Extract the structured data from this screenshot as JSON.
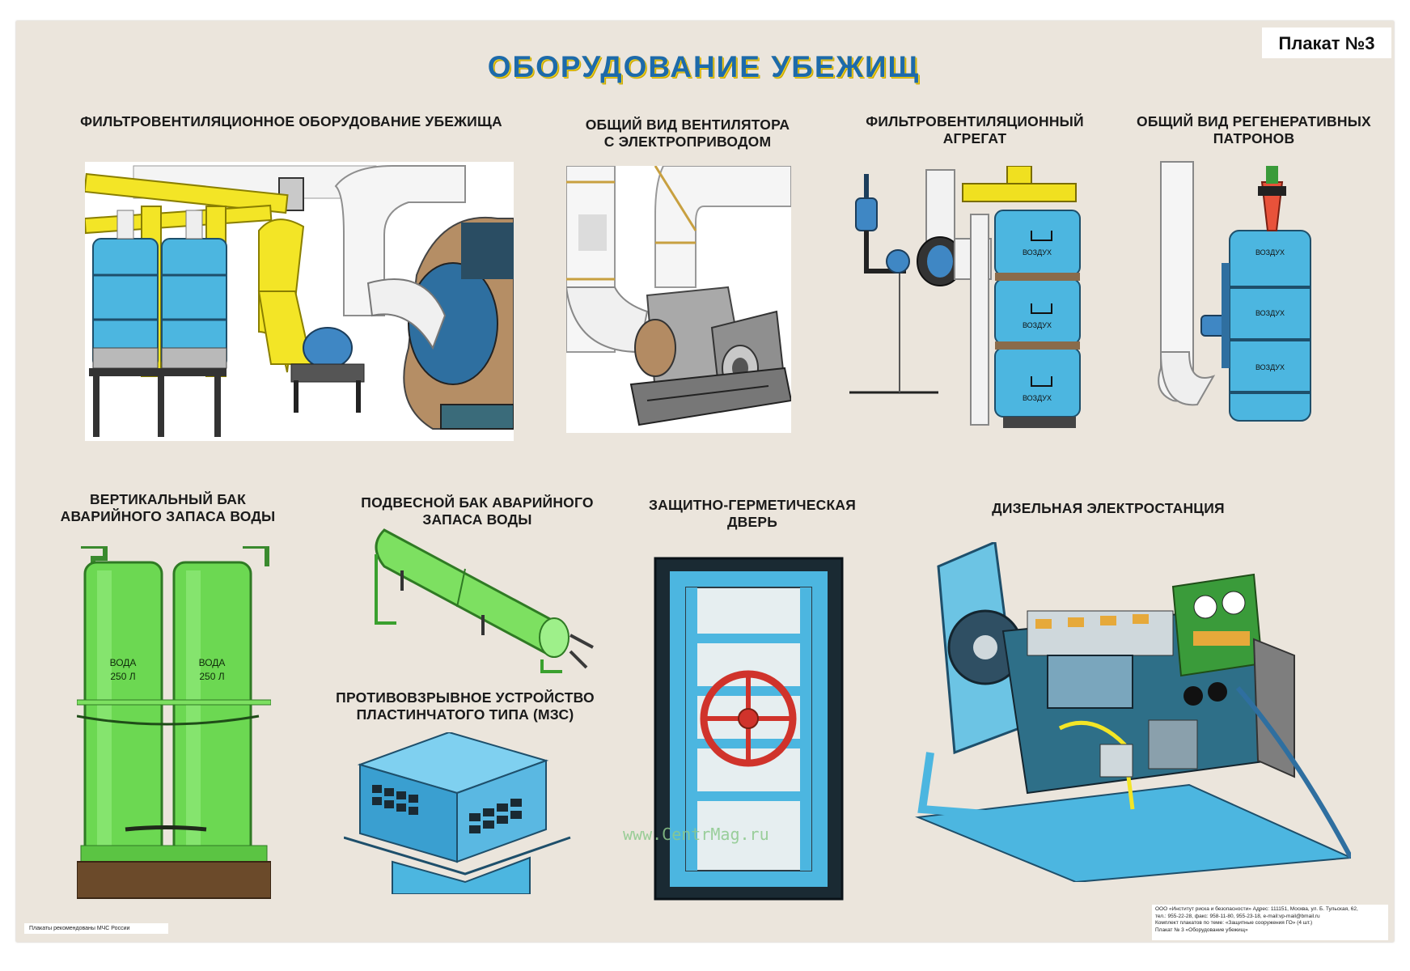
{
  "poster": {
    "label": "Плакат №3",
    "title": "ОБОРУДОВАНИЕ  УБЕЖИЩ",
    "watermark": "www.CentrMag.ru",
    "footer_left": "Плакаты рекомендованы МЧС России",
    "footer_right": [
      "ООО «Институт риска и безопасности»  Адрес: 111151, Москва, ул. Б. Тульская, 62,",
      "тел.: 955-22-28, факс: 958-11-80, 955-23-18, e-mail:vp-mail@bmail.ru",
      "Комплект плакатов по теме: «Защитные сооружения ГО» (4 шт.)",
      "Плакат № 3 «Оборудование убежищ»"
    ]
  },
  "sections": {
    "filter_equipment": "ФИЛЬТРОВЕНТИЛЯЦИОННОЕ ОБОРУДОВАНИЕ УБЕЖИЩА",
    "fan_view": [
      "ОБЩИЙ ВИД ВЕНТИЛЯТОРА",
      "С ЭЛЕКТРОПРИВОДОМ"
    ],
    "filter_unit": [
      "ФИЛЬТРОВЕНТИЛЯЦИОННЫЙ",
      "АГРЕГАТ"
    ],
    "regen_cartridges": [
      "ОБЩИЙ ВИД РЕГЕНЕРАТИВНЫХ",
      "ПАТРОНОВ"
    ],
    "vertical_tank": [
      "ВЕРТИКАЛЬНЫЙ БАК",
      "АВАРИЙНОГО ЗАПАСА ВОДЫ"
    ],
    "hanging_tank": [
      "ПОДВЕСНОЙ БАК АВАРИЙНОГО",
      "ЗАПАСА ВОДЫ"
    ],
    "blast_device": [
      "ПРОТИВОВЗРЫВНОЕ УСТРОЙСТВО",
      "ПЛАСТИНЧАТОГО ТИПА (МЗС)"
    ],
    "hermetic_door": [
      "ЗАЩИТНО-ГЕРМЕТИЧЕСКАЯ",
      "ДВЕРЬ"
    ],
    "diesel_station": "ДИЗЕЛЬНАЯ ЭЛЕКТРОСТАНЦИЯ"
  },
  "labels": {
    "air": "ВОЗДУХ",
    "water": "ВОДА",
    "volume": "250 Л"
  },
  "colors": {
    "title_blue": "#1d6aaa",
    "title_shadow": "#f1d11a",
    "duct_yellow": "#f3e526",
    "tank_blue": "#4cb6e0",
    "tank_green": "#6cd852",
    "valve_red": "#d0332b",
    "background": "#ebe5dc"
  }
}
